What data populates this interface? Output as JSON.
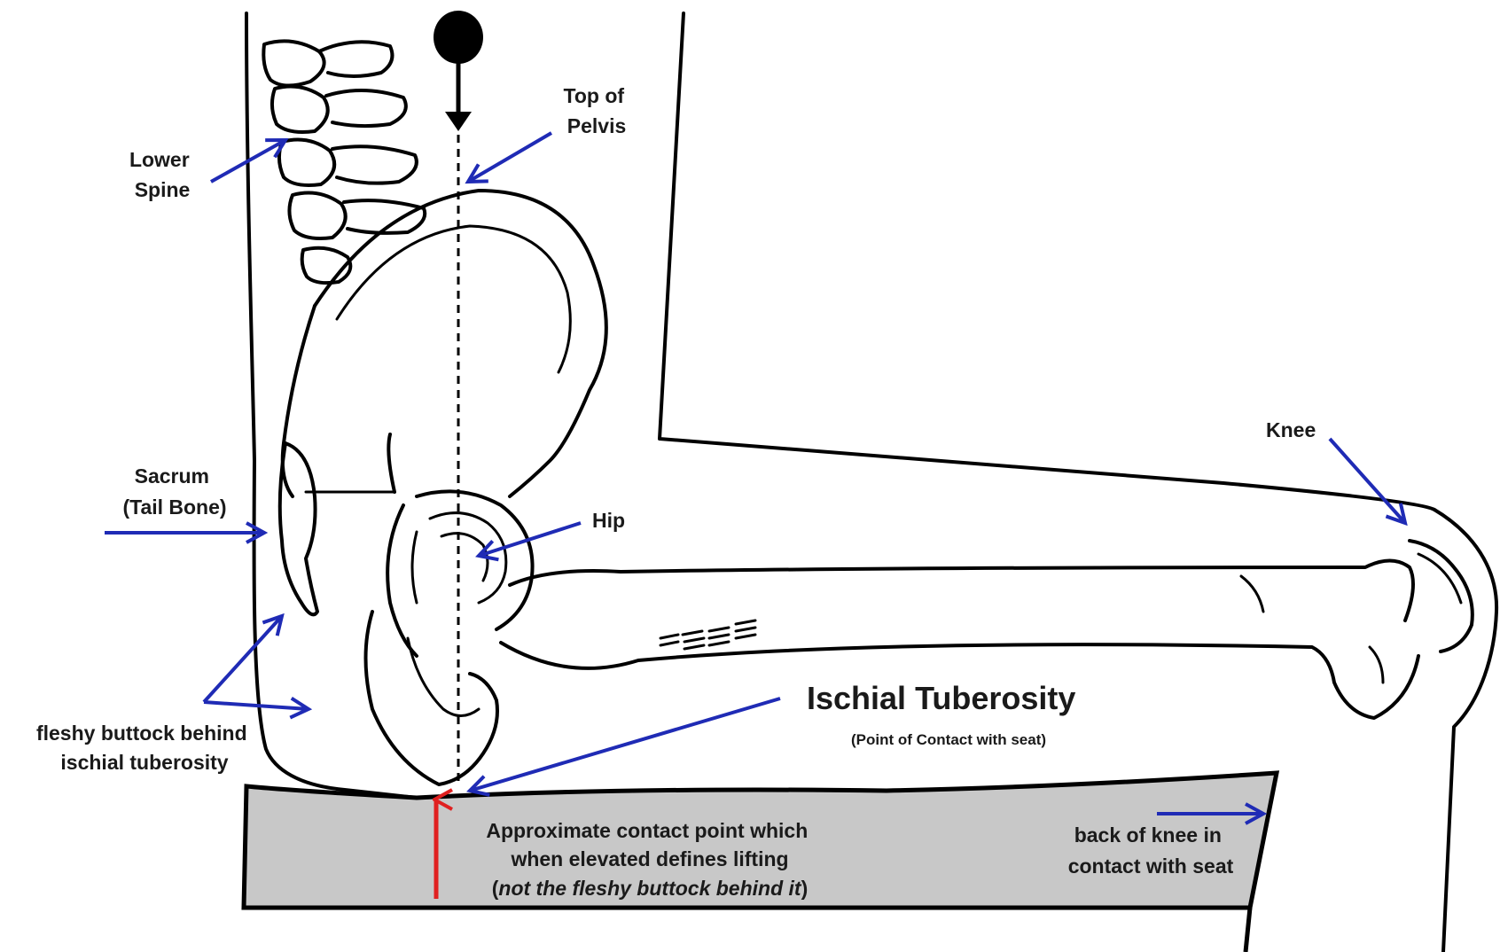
{
  "labels": {
    "lower_spine": [
      "Lower",
      "Spine"
    ],
    "top_of_pelvis": [
      "Top of",
      "Pelvis"
    ],
    "sacrum": [
      "Sacrum",
      "(Tail Bone)"
    ],
    "hip": "Hip",
    "knee": "Knee",
    "ischial_tuberosity": "Ischial Tuberosity",
    "point_of_contact": "(Point of Contact with seat)",
    "fleshy_buttock": [
      "fleshy buttock behind",
      "ischial tuberosity"
    ],
    "contact_point": [
      "Approximate contact point which",
      "when elevated defines lifting"
    ],
    "contact_point_note": "not the fleshy buttock behind it",
    "contact_point_paren_open": "(",
    "contact_point_paren_close": ")",
    "back_of_knee": [
      "back of knee in",
      "contact with seat"
    ]
  },
  "colors": {
    "label_arrow": "#1f2bb5",
    "lifting_arrow": "#e02020",
    "seat_fill": "#c8c8c8",
    "outline": "#000000"
  }
}
